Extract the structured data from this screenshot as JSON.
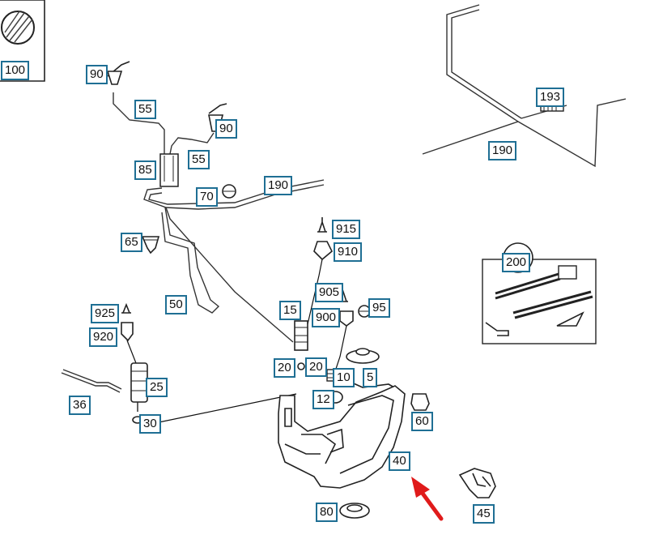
{
  "diagram": {
    "callouts": {
      "c100": "100",
      "c90a": "90",
      "c55a": "55",
      "c90b": "90",
      "c55b": "55",
      "c85": "85",
      "c70": "70",
      "c190a": "190",
      "c65": "65",
      "c50": "50",
      "c193": "193",
      "c190b": "190",
      "c915": "915",
      "c910": "910",
      "c200": "200",
      "c905": "905",
      "c15": "15",
      "c900": "900",
      "c95": "95",
      "c925": "925",
      "c920": "920",
      "c20a": "20",
      "c20b": "20",
      "c10": "10",
      "c5": "5",
      "c25": "25",
      "c12": "12",
      "c36": "36",
      "c30": "30",
      "c60": "60",
      "c40": "40",
      "c80": "80",
      "c45": "45"
    },
    "colors": {
      "label_border": "#1f6f94",
      "arrow": "#e01b1b",
      "line": "#222222"
    }
  }
}
